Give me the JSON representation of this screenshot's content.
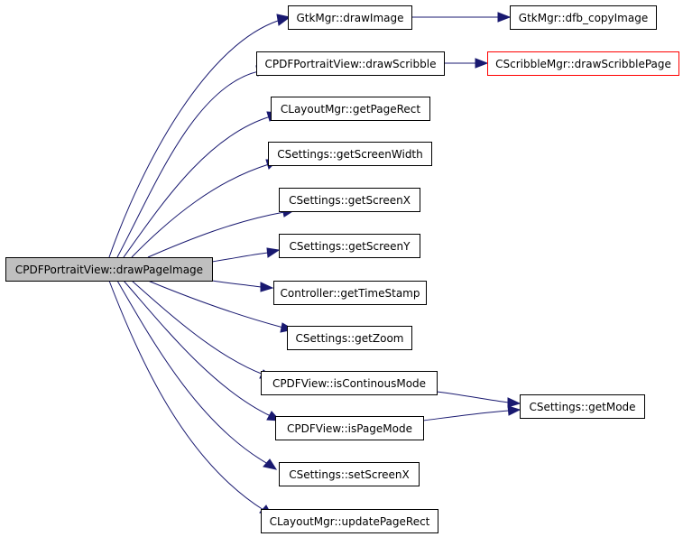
{
  "diagram": {
    "colors": {
      "edge": "#191970",
      "root_fill": "#bfbfbf",
      "node_border": "#000000",
      "highlight_border": "#ff0000"
    },
    "nodes": [
      {
        "id": "root",
        "label": "CPDFPortraitView::drawPageImage"
      },
      {
        "id": "gtk_drawimage",
        "label": "GtkMgr::drawImage"
      },
      {
        "id": "gtk_dfb_copyimage",
        "label": "GtkMgr::dfb_copyImage"
      },
      {
        "id": "portrait_drawscribble",
        "label": "CPDFPortraitView::drawScribble"
      },
      {
        "id": "scribble_drawpage",
        "label": "CScribbleMgr::drawScribblePage"
      },
      {
        "id": "layout_getpagerect",
        "label": "CLayoutMgr::getPageRect"
      },
      {
        "id": "settings_getscreenwidth",
        "label": "CSettings::getScreenWidth"
      },
      {
        "id": "settings_getscreenx",
        "label": "CSettings::getScreenX"
      },
      {
        "id": "settings_getscreeny",
        "label": "CSettings::getScreenY"
      },
      {
        "id": "controller_gettimestamp",
        "label": "Controller::getTimeStamp"
      },
      {
        "id": "settings_getzoom",
        "label": "CSettings::getZoom"
      },
      {
        "id": "pdfview_iscontinousmode",
        "label": "CPDFView::isContinousMode"
      },
      {
        "id": "settings_getmode",
        "label": "CSettings::getMode"
      },
      {
        "id": "pdfview_ispagemode",
        "label": "CPDFView::isPageMode"
      },
      {
        "id": "settings_setscreenx",
        "label": "CSettings::setScreenX"
      },
      {
        "id": "layout_updatepagerect",
        "label": "CLayoutMgr::updatePageRect"
      }
    ],
    "edges": [
      {
        "from": "root",
        "to": "gtk_drawimage"
      },
      {
        "from": "gtk_drawimage",
        "to": "gtk_dfb_copyimage"
      },
      {
        "from": "root",
        "to": "portrait_drawscribble"
      },
      {
        "from": "portrait_drawscribble",
        "to": "scribble_drawpage"
      },
      {
        "from": "root",
        "to": "layout_getpagerect"
      },
      {
        "from": "root",
        "to": "settings_getscreenwidth"
      },
      {
        "from": "root",
        "to": "settings_getscreenx"
      },
      {
        "from": "root",
        "to": "settings_getscreeny"
      },
      {
        "from": "root",
        "to": "controller_gettimestamp"
      },
      {
        "from": "root",
        "to": "settings_getzoom"
      },
      {
        "from": "root",
        "to": "pdfview_iscontinousmode"
      },
      {
        "from": "pdfview_iscontinousmode",
        "to": "settings_getmode"
      },
      {
        "from": "root",
        "to": "pdfview_ispagemode"
      },
      {
        "from": "pdfview_ispagemode",
        "to": "settings_getmode"
      },
      {
        "from": "root",
        "to": "settings_setscreenx"
      },
      {
        "from": "root",
        "to": "layout_updatepagerect"
      }
    ]
  }
}
